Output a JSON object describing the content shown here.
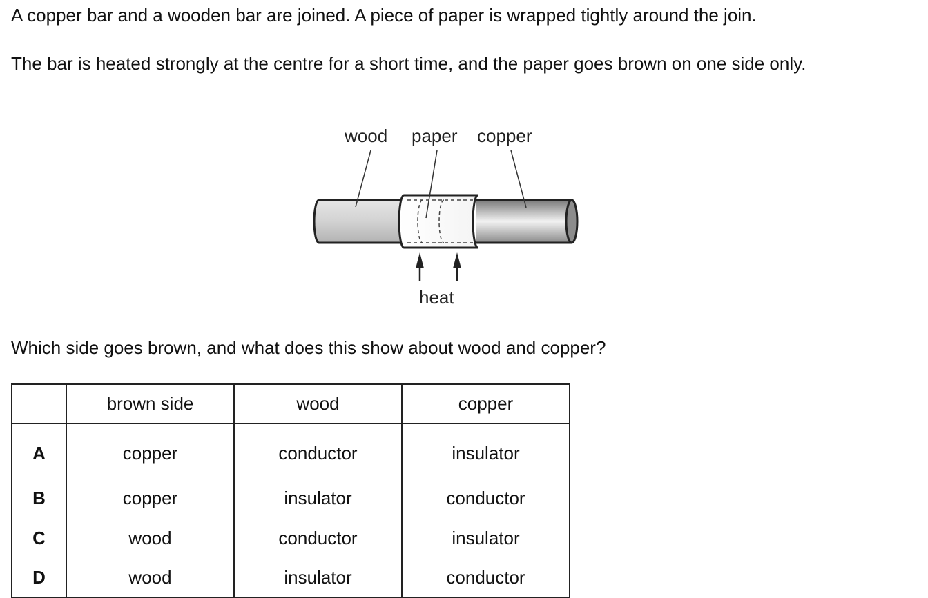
{
  "question": {
    "intro": "A copper bar and a wooden bar are joined. A piece of paper is wrapped tightly around the join.",
    "setup": "The bar is heated strongly at the centre for a short time, and the paper goes brown on one side only.",
    "prompt": "Which side goes brown, and what does this show about wood and copper?"
  },
  "diagram": {
    "labels": {
      "wood": "wood",
      "paper": "paper",
      "copper": "copper",
      "heat": "heat"
    }
  },
  "table": {
    "headers": [
      "",
      "brown side",
      "wood",
      "copper"
    ],
    "rows": [
      {
        "key": "A",
        "brown_side": "copper",
        "wood": "conductor",
        "copper": "insulator"
      },
      {
        "key": "B",
        "brown_side": "copper",
        "wood": "insulator",
        "copper": "conductor"
      },
      {
        "key": "C",
        "brown_side": "wood",
        "wood": "conductor",
        "copper": "insulator"
      },
      {
        "key": "D",
        "brown_side": "wood",
        "wood": "insulator",
        "copper": "conductor"
      }
    ]
  }
}
